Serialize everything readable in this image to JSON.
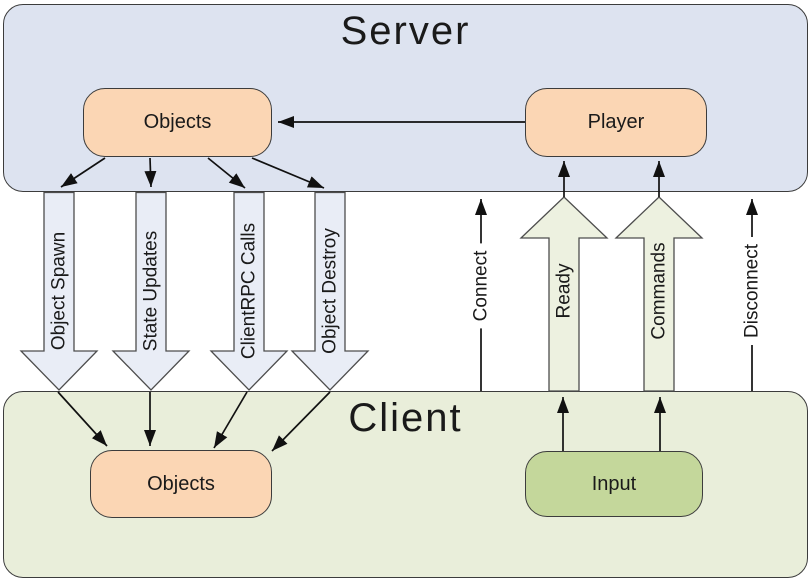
{
  "server": {
    "title": "Server",
    "objects_label": "Objects",
    "player_label": "Player"
  },
  "client": {
    "title": "Client",
    "objects_label": "Objects",
    "input_label": "Input"
  },
  "flows": {
    "down": [
      "Object Spawn",
      "State Updates",
      "ClientRPC Calls",
      "Object Destroy"
    ],
    "up": [
      "Ready",
      "Commands"
    ],
    "lines": [
      "Connect",
      "Disconnect"
    ]
  },
  "colors": {
    "server_fill": "#dde3f0",
    "client_fill": "#e9eeda",
    "node_fill": "#fbd6b4",
    "input_fill": "#c4d79b",
    "down_arrow_fill": "#e9edf6",
    "up_arrow_fill": "#edf1e0",
    "box_border": "#3c3c3c",
    "block_arrow_border": "#4d4d4d",
    "arrow_color": "#111111",
    "text_color": "#1a1a1a"
  }
}
